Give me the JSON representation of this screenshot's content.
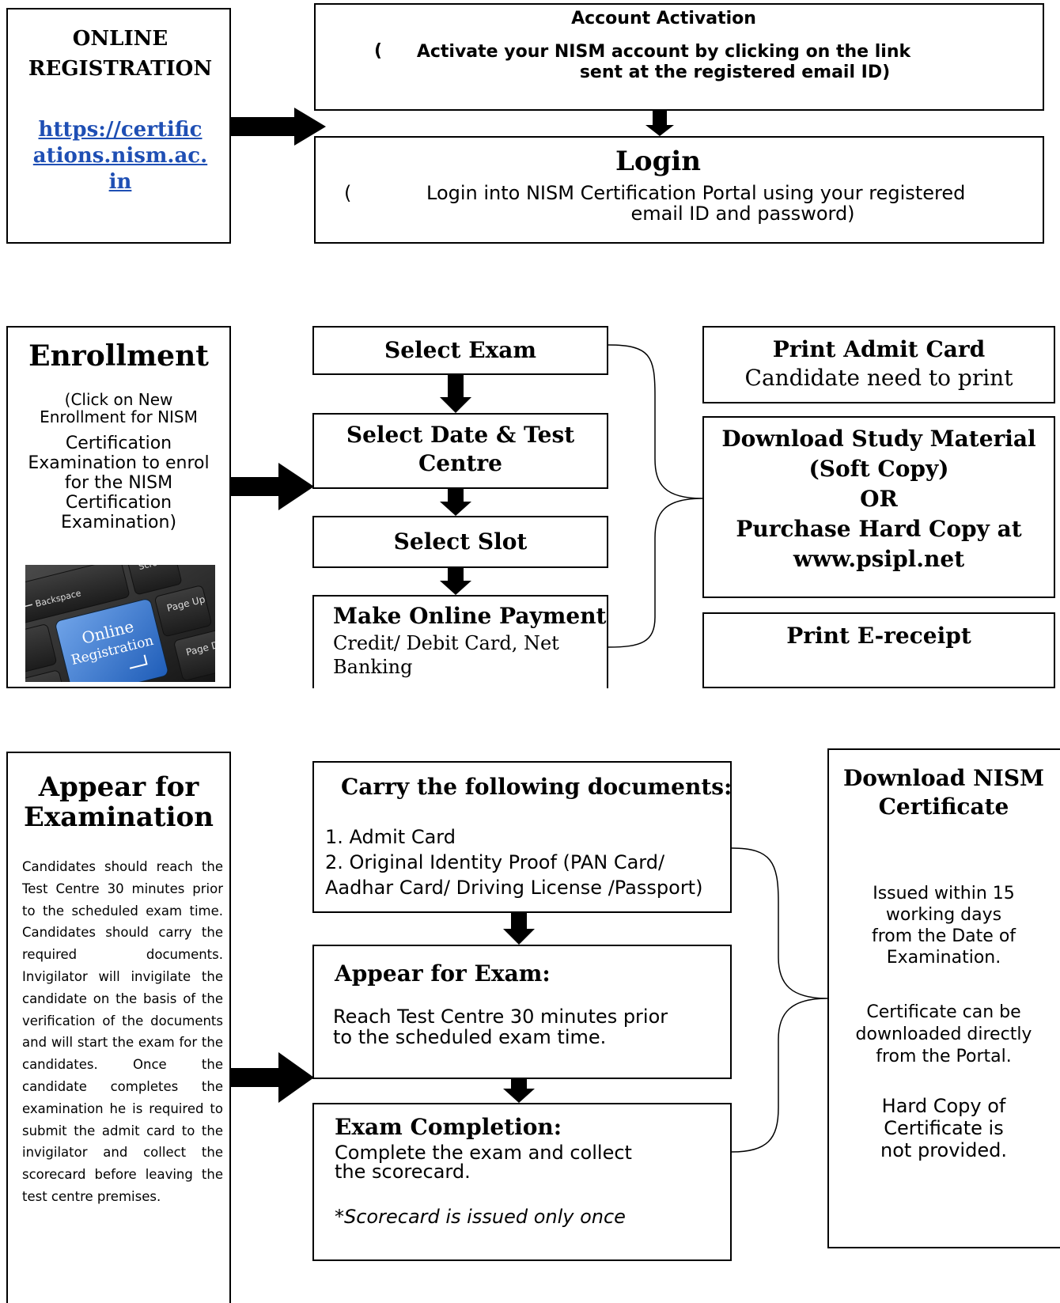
{
  "registration": {
    "title": "ONLINE REGISTRATION",
    "link": "https://certifications.nism.ac.in",
    "link_lines": [
      "https://certific",
      "ations.nism.ac.",
      "in"
    ]
  },
  "activation": {
    "title": "Account Activation",
    "paren": "(",
    "line1": "Activate your NISM account by clicking on the link",
    "line2": "sent at the registered email ID)"
  },
  "login": {
    "title": "Login",
    "paren": "(",
    "line1": "Login into NISM Certification Portal using your registered",
    "line2": "email ID and password)"
  },
  "enrollment": {
    "title": "Enrollment",
    "desc_lines": [
      "(Click on New",
      "Enrollment for NISM"
    ],
    "desc_lines2": [
      "Certification",
      "Examination to enrol",
      "for the NISM",
      "Certification",
      "Examination)"
    ],
    "image_word1": "Online",
    "image_word2": "Registration",
    "key_backspace": "Backspace",
    "key_page_up": "Page Up",
    "key_page_down": "Page Down",
    "key_scroll": "Scroll"
  },
  "steps": {
    "select_exam": "Select Exam",
    "select_date_line1": "Select Date & Test",
    "select_date_line2": "Centre",
    "select_slot": "Select Slot",
    "payment_title": "Make Online Payment",
    "payment_line1": "Credit/ Debit Card, Net",
    "payment_line2": "Banking"
  },
  "outcomes": {
    "admit_title": "Print Admit Card",
    "admit_desc": "Candidate need to print",
    "study_lines": [
      "Download Study Material",
      "(Soft Copy)",
      "OR",
      "Purchase Hard Copy at",
      "www.psipl.net"
    ],
    "ereceipt": "Print E-receipt"
  },
  "appear": {
    "title_line1": "Appear for",
    "title_line2": "Examination",
    "desc": "Candidates should reach the Test Centre 30 minutes prior to the scheduled exam time. Candidates should carry the required documents. Invigilator will invigilate the candidate on the basis of the verification of the documents and will start the exam for the candidates. Once the candidate completes the examination he is required to submit the admit card to the invigilator and collect the scorecard before leaving the test centre premises."
  },
  "documents": {
    "title": "Carry the following documents:",
    "item1": "1.  Admit Card",
    "item2": "2. Original Identity Proof (PAN Card/",
    "item3": "Aadhar Card/ Driving License /Passport)"
  },
  "exam": {
    "title": "Appear for Exam:",
    "line1": "Reach Test Centre 30 minutes prior",
    "line2": "to the scheduled exam time."
  },
  "completion": {
    "title": "Exam Completion:",
    "line1": "Complete the exam and collect",
    "line2": "the scorecard.",
    "note": "*Scorecard is issued only once"
  },
  "certificate": {
    "title_line1": "Download NISM",
    "title_line2": "Certificate",
    "issued_lines": [
      "Issued within 15",
      "working days",
      "from the Date of",
      "Examination."
    ],
    "download_lines": [
      "Certificate can be",
      "downloaded directly",
      "from the Portal."
    ],
    "hard_lines": [
      "Hard Copy of",
      "Certificate  is",
      "not provided."
    ]
  }
}
